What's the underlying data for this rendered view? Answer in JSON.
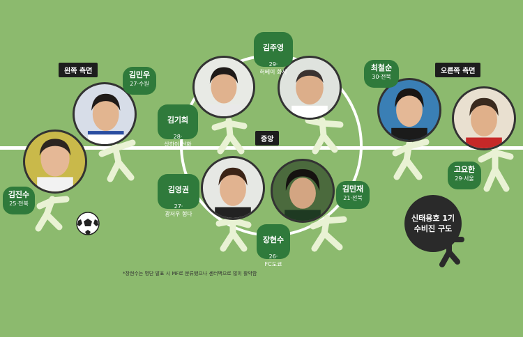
{
  "labels": {
    "left_side": "왼쪽 측면",
    "center": "중앙",
    "right_side": "오른쪽 측면"
  },
  "players": [
    {
      "name": "김진수",
      "info": "25·전북"
    },
    {
      "name": "김민우",
      "info": "27·수원"
    },
    {
      "name": "김기희",
      "info": "28·\n상하이 선화"
    },
    {
      "name": "김주영",
      "info": "29·\n허베이 화샤"
    },
    {
      "name": "김영권",
      "info": "27·\n광저우 헝다"
    },
    {
      "name": "장현수",
      "info": "26·\nFC도쿄"
    },
    {
      "name": "김민재",
      "info": "21·전북"
    },
    {
      "name": "최철순",
      "info": "30·전북"
    },
    {
      "name": "고요한",
      "info": "29·서울"
    }
  ],
  "mascot_text": "신태용호 1기\n수비진 구도",
  "footnote": "*장현수는 명단 발표 시 MF로 분류됐으나 센터백으로 많이 활약함",
  "colors": {
    "field": "#8cba6e",
    "bubble": "#2f7a3b",
    "figure": "#e9f2d4",
    "dark": "#2a2a2a"
  }
}
